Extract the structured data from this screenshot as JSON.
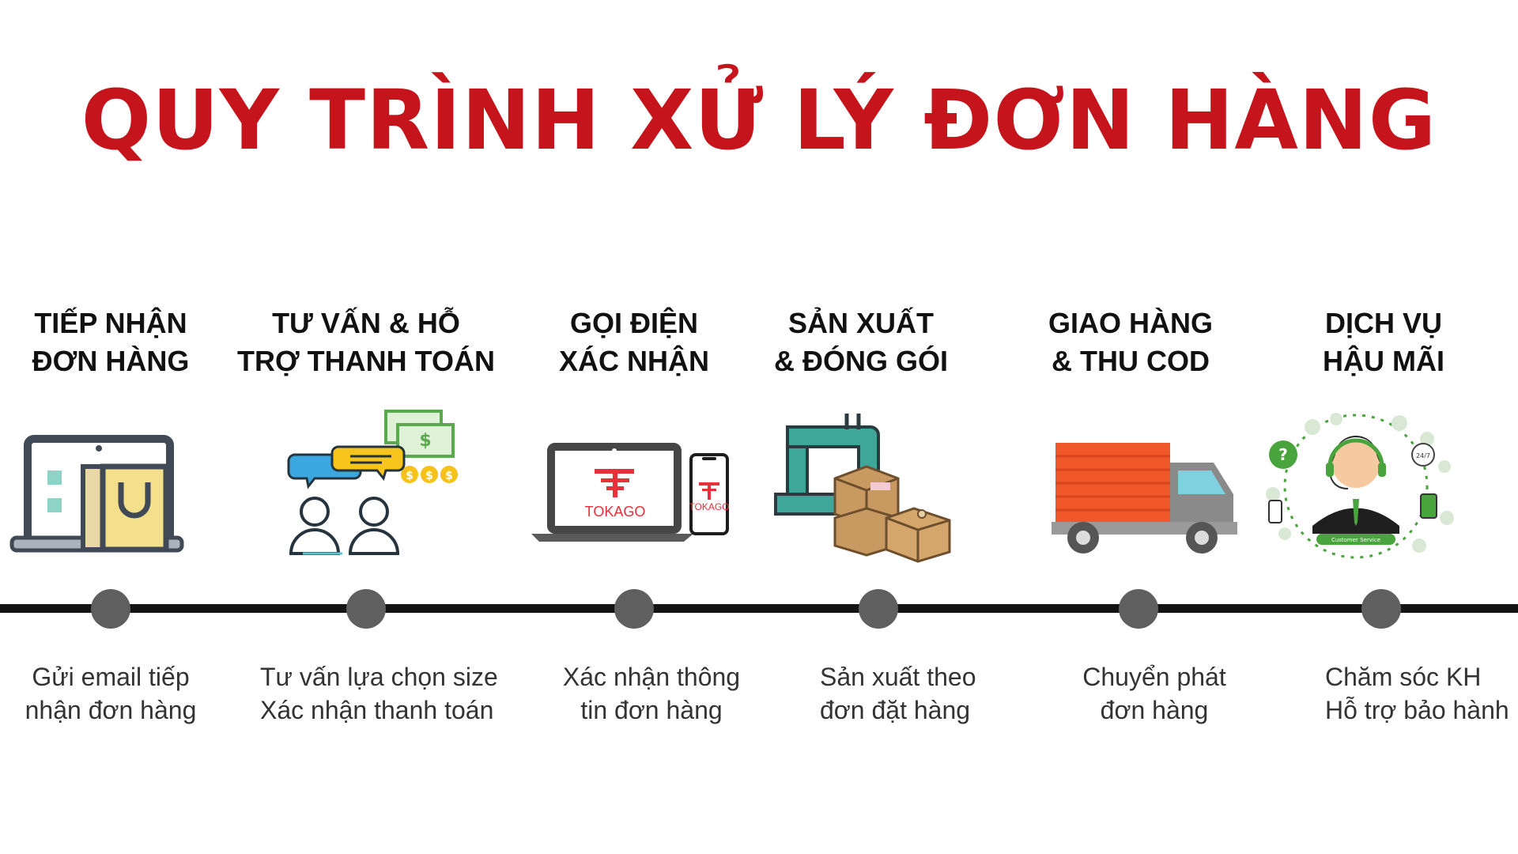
{
  "title": "QUY TRÌNH XỬ LÝ ĐƠN HÀNG",
  "colors": {
    "title": "#c5141b",
    "timeline": "#141414",
    "dot": "#5f5f5f",
    "brand_red": "#e8303a"
  },
  "brand": "TOKAGO",
  "steps": [
    {
      "title": [
        "TIẾP NHẬN",
        "ĐƠN HÀNG"
      ],
      "icon": "laptop-shopping-bag-icon",
      "desc": [
        "Gửi email tiếp",
        "nhận đơn hàng"
      ]
    },
    {
      "title": [
        "TƯ VẤN & HỖ",
        "TRỢ THANH TOÁN"
      ],
      "icon": "consultation-payment-icon",
      "desc": [
        "Tư vấn lựa chọn size",
        "Xác nhận thanh toán"
      ]
    },
    {
      "title": [
        "GỌI ĐIỆN",
        "XÁC NHẬN"
      ],
      "icon": "laptop-phone-icon",
      "desc": [
        "Xác nhận thông",
        "tin đơn hàng"
      ]
    },
    {
      "title": [
        "SẢN XUẤT",
        "& ĐÓNG GÓI"
      ],
      "icon": "sewing-machine-boxes-icon",
      "desc": [
        "Sản xuất theo",
        "đơn đặt hàng"
      ]
    },
    {
      "title": [
        "GIAO HÀNG",
        "& THU COD"
      ],
      "icon": "delivery-truck-icon",
      "desc": [
        "Chuyển phát",
        "đơn hàng"
      ]
    },
    {
      "title": [
        "DỊCH VỤ",
        "HẬU MÃI"
      ],
      "icon": "customer-service-icon",
      "desc": [
        "Chăm sóc KH",
        "Hỗ trợ bảo hành"
      ],
      "icon_caption": "Customer Service"
    }
  ]
}
